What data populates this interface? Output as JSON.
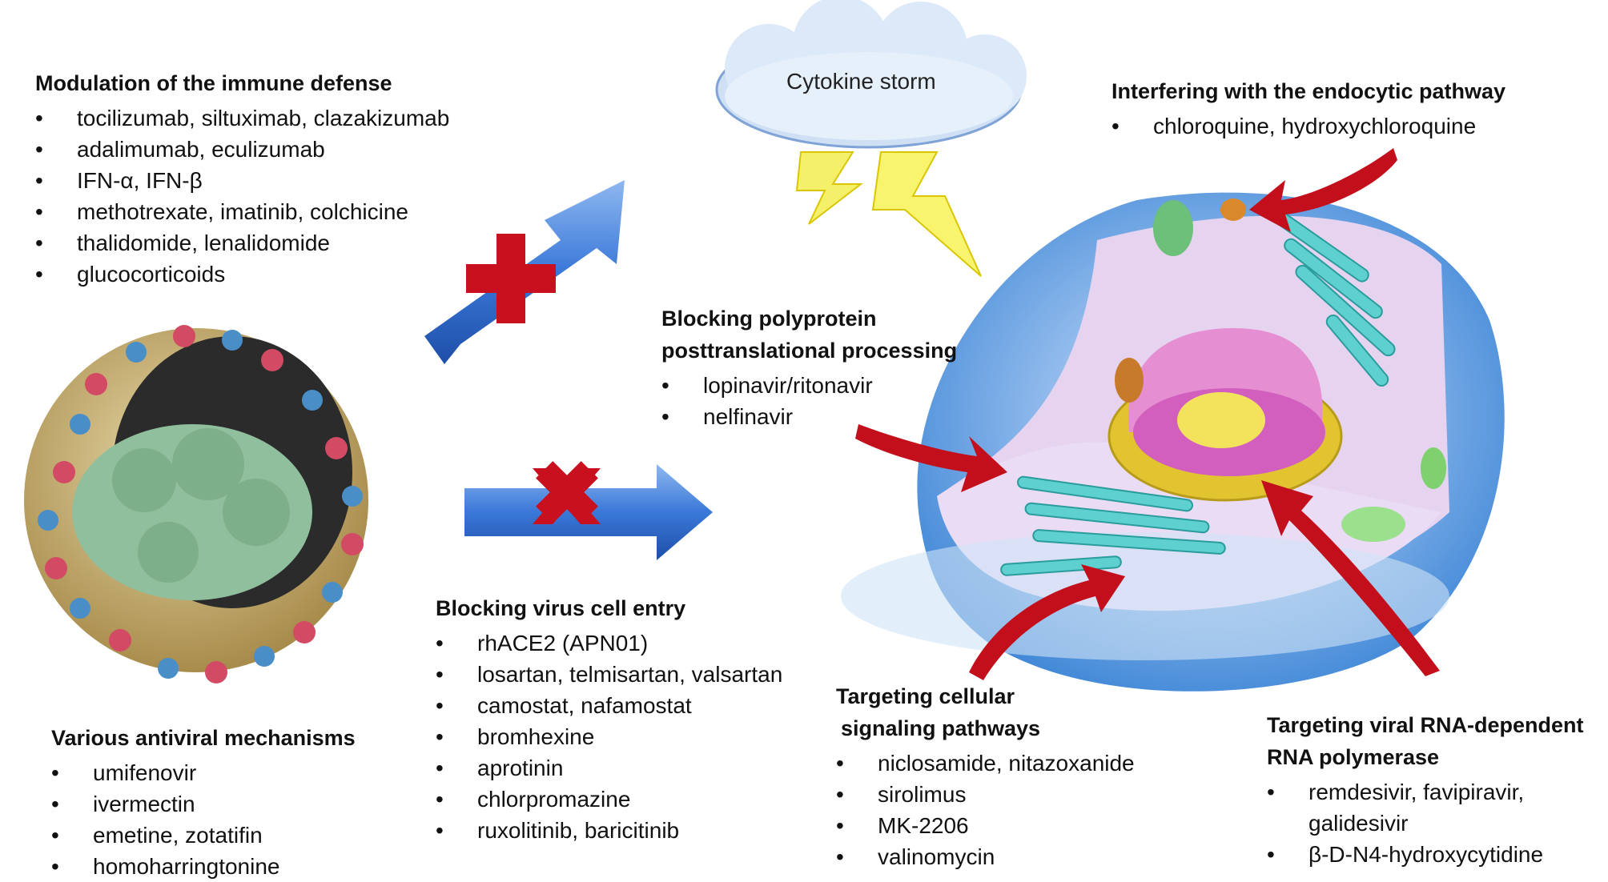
{
  "cloud": {
    "label": "Cytokine storm"
  },
  "immune": {
    "title": "Modulation of the immune defense",
    "items": [
      "tocilizumab, siltuximab, clazakizumab",
      "adalimumab, eculizumab",
      "IFN-α, IFN-β",
      "methotrexate, imatinib, colchicine",
      "thalidomide, lenalidomide",
      "glucocorticoids"
    ]
  },
  "antiviral": {
    "title": "Various antiviral mechanisms",
    "items": [
      "umifenovir",
      "ivermectin",
      "emetine, zotatifin",
      "homoharringtonine"
    ]
  },
  "entry": {
    "title": "Blocking virus cell entry",
    "items": [
      "rhACE2 (APN01)",
      "losartan, telmisartan, valsartan",
      "camostat, nafamostat",
      "bromhexine",
      "aprotinin",
      "chlorpromazine",
      "ruxolitinib, baricitinib"
    ]
  },
  "polyprotein": {
    "title_line1": "Blocking polyprotein",
    "title_line2": "posttranslational processing",
    "items": [
      "lopinavir/ritonavir",
      "nelfinavir"
    ]
  },
  "endocytic": {
    "title": "Interfering with the endocytic pathway",
    "items": [
      "chloroquine, hydroxychloroquine"
    ]
  },
  "signaling": {
    "title_line1": "Targeting cellular",
    "title_line2": "signaling pathways",
    "items": [
      "niclosamide, nitazoxanide",
      "sirolimus",
      "MK-2206",
      "valinomycin"
    ]
  },
  "rdrp": {
    "title_line1": "Targeting viral RNA-dependent",
    "title_line2": "RNA polymerase",
    "items": [
      "remdesivir, favipiravir, galidesivir",
      "β-D-N4-hydroxycytidine"
    ]
  }
}
